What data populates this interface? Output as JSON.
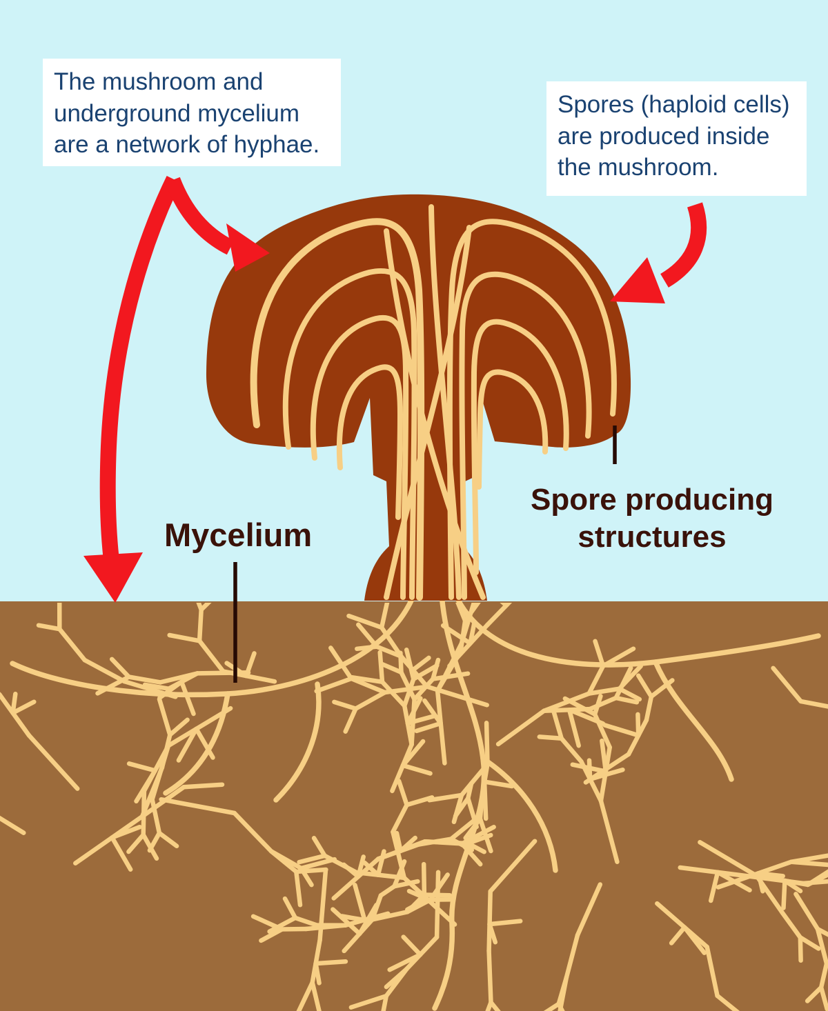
{
  "colors": {
    "sky": "#cff3f8",
    "soil": "#9c6b3b",
    "mushroom": "#97390c",
    "hyphae": "#f7cf85",
    "arrow": "#f2181f",
    "callout_bg": "#ffffff",
    "callout_text": "#1a4271",
    "label_text": "#3a120a",
    "indicator": "#260a04"
  },
  "callouts": {
    "left": {
      "lines": [
        "The mushroom and",
        "underground mycelium",
        "are a network of hyphae."
      ]
    },
    "right": {
      "lines": [
        "Spores (haploid cells)",
        "are produced inside",
        "the mushroom."
      ]
    }
  },
  "labels": {
    "mycelium": "Mycelium",
    "spore_producing": {
      "lines": [
        "Spore producing",
        "structures"
      ]
    }
  }
}
